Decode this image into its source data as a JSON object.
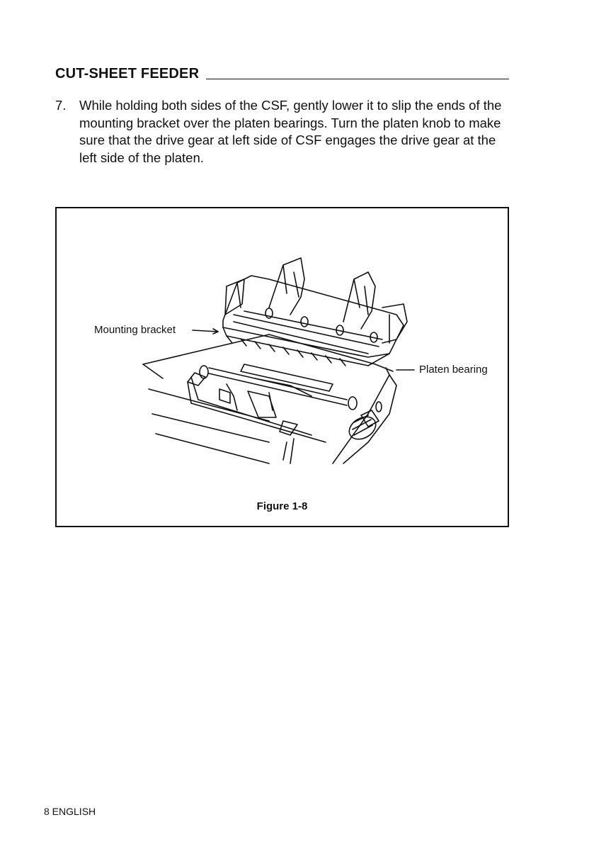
{
  "header": {
    "title": "CUT-SHEET FEEDER"
  },
  "step": {
    "number": "7.",
    "text": "While holding both sides of the CSF, gently lower it to slip the ends of the mounting bracket over the platen bearings. Turn the platen knob to make sure that the drive gear at left side of CSF engages the drive gear at the left side of the platen."
  },
  "figure": {
    "label_mounting_bracket": "Mounting bracket",
    "label_platen_bearing": "Platen bearing",
    "caption": "Figure 1-8",
    "illustration_icon": "printer-with-cut-sheet-feeder-illustration"
  },
  "footer": {
    "page": "8 ENGLISH"
  }
}
